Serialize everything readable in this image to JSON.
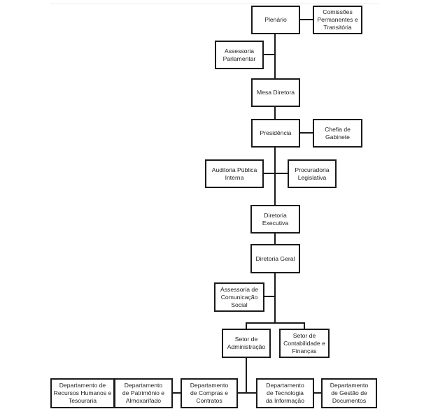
{
  "org_chart": {
    "plenario": "Plenário",
    "comissoes": "Comissões\nPermanentes e\nTransitória",
    "assessoria_parlamentar": "Assessoria\nParlamentar",
    "mesa_diretora": "Mesa Diretora",
    "presidencia": "Presidência",
    "chefia_gabinete": "Chefia de\nGabinete",
    "auditoria": "Auditoria Pública\nInterna",
    "procuradoria": "Procuradoria\nLegislativa",
    "diretoria_executiva": "Diretoria\nExecutiva",
    "diretoria_geral": "Diretoria Geral",
    "assessoria_comunicacao": "Assessoria de\nComunicação\nSocial",
    "setor_administracao": "Setor de\nAdministração",
    "setor_contabilidade": "Setor de\nContabilidade e\nFinanças",
    "dept_rh": "Departamento de\nRecursos Humanos e\nTesouraria",
    "dept_patrimonio": "Departamento\nde Patrimônio e\nAlmoxarifado",
    "dept_compras": "Departamento\nde Compras e\nContratos",
    "dept_ti": "Departamento\nde Tecnologia\nda Informação",
    "dept_documentos": "Departamento\nde Gestão de\nDocumentos"
  }
}
